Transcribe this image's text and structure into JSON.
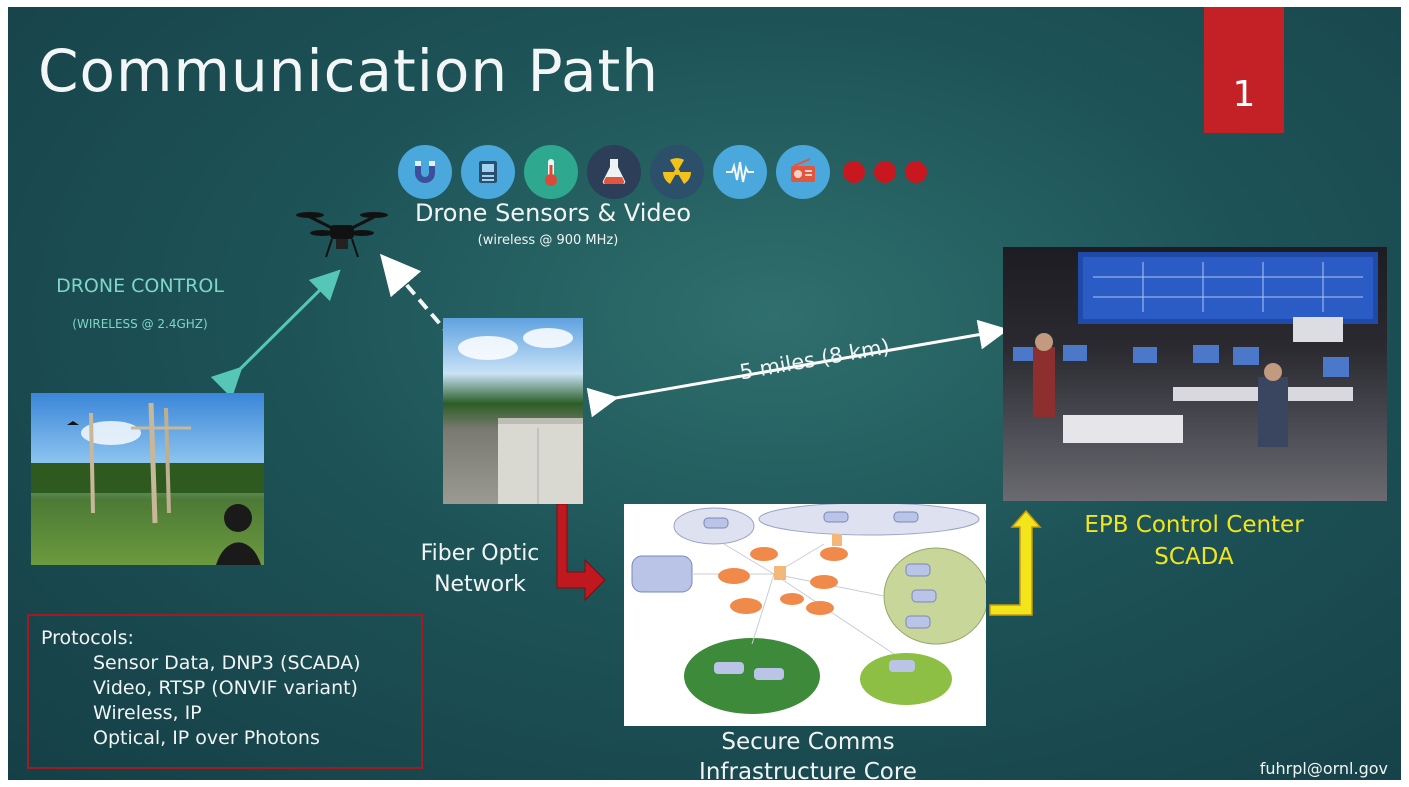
{
  "slide": {
    "title": "Communication Path",
    "page_number": "1",
    "footer_email": "fuhrpl@ornl.gov"
  },
  "sensors": {
    "label": "Drone Sensors & Video",
    "sublabel": "(wireless @ 900 MHz)",
    "icons": [
      "magnet-icon",
      "sensor-device-icon",
      "thermometer-icon",
      "flask-icon",
      "radiation-icon",
      "signal-wave-icon",
      "radio-icon"
    ],
    "more_dots": 3
  },
  "drone_control": {
    "label": "DRONE CONTROL",
    "sublabel": "(WIRELESS @ 2.4GHZ)"
  },
  "distance": {
    "label": "5 miles (8 km)"
  },
  "fiber": {
    "line1": "Fiber Optic",
    "line2": "Network"
  },
  "epb": {
    "line1": "EPB Control Center",
    "line2": "SCADA"
  },
  "core": {
    "line1": "Secure Comms",
    "line2": "Infrastructure Core"
  },
  "protocols": {
    "heading": "Protocols:",
    "items": [
      "Sensor Data, DNP3 (SCADA)",
      "Video, RTSP (ONVIF variant)",
      "Wireless, IP",
      "Optical, IP over Photons"
    ]
  },
  "colors": {
    "accent_red": "#c42127",
    "arrow_cyan": "#56c6b8",
    "epb_yellow": "#f2e51c",
    "drone_control_text": "#7fd6c6"
  }
}
